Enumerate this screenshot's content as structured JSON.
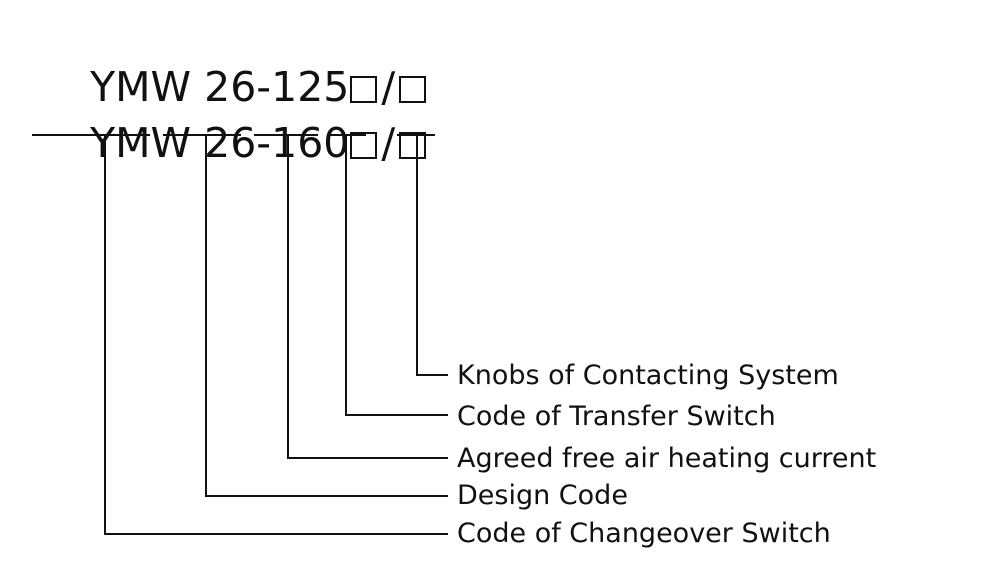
{
  "diagram": {
    "type": "model-code-breakdown",
    "model_lines": [
      {
        "prefix": "YMW ",
        "series": "26-125",
        "box1": "□",
        "slash": "/",
        "box2": "□"
      },
      {
        "prefix": "YMW ",
        "series": "26-160",
        "box1": "□",
        "slash": "/",
        "box2": "□"
      }
    ],
    "model_text": {
      "line1": "YMW 26-125□/□",
      "line2": "YMW 26-160□/□"
    },
    "callouts": [
      {
        "id": "knobs",
        "label": "Knobs of Contacting System"
      },
      {
        "id": "transfer",
        "label": "Code of Transfer Switch"
      },
      {
        "id": "current",
        "label": "Agreed free air heating current"
      },
      {
        "id": "design",
        "label": "Design Code"
      },
      {
        "id": "changeover",
        "label": "Code of Changeover Switch"
      }
    ],
    "colors": {
      "ink": "#111111",
      "background": "#ffffff"
    }
  }
}
